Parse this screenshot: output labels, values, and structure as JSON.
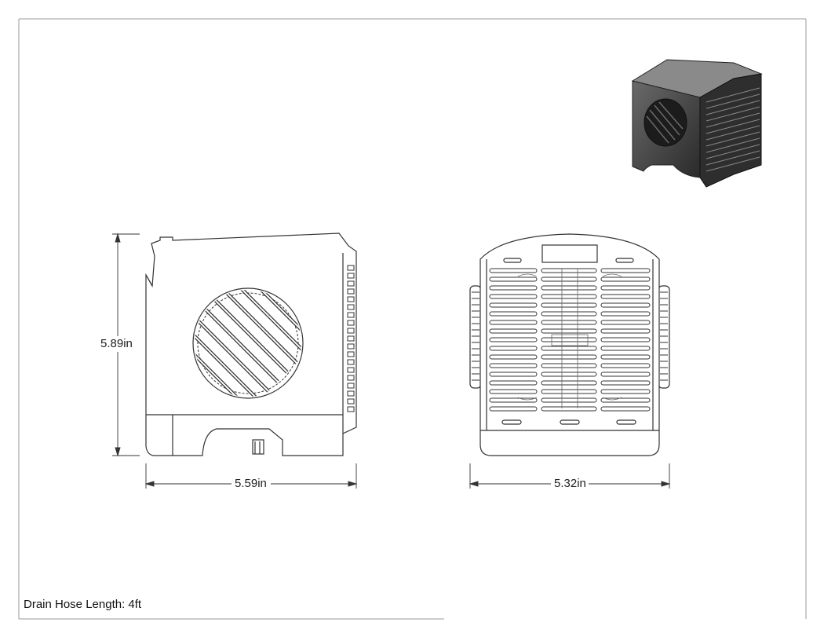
{
  "dimensions": {
    "height": "5.89in",
    "side_width": "5.59in",
    "front_width": "5.32in"
  },
  "notes": {
    "drain_hose": "Drain Hose Length: 4ft"
  }
}
